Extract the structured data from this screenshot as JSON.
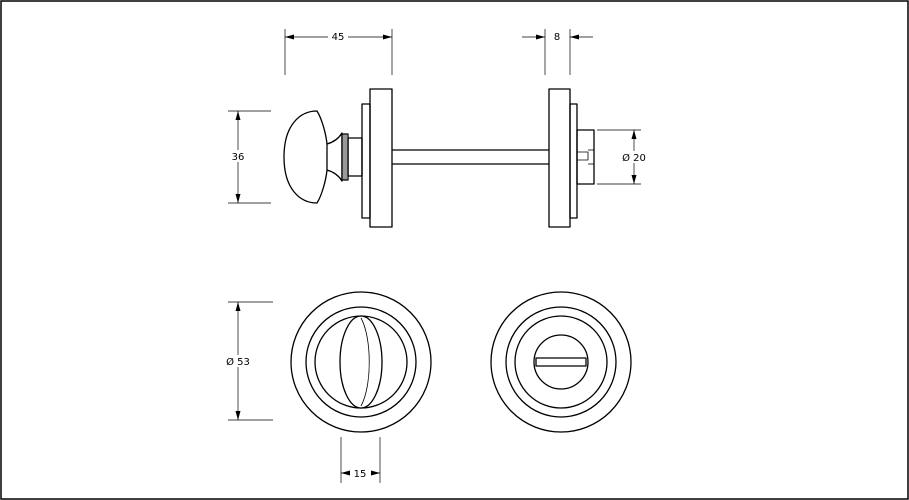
{
  "dimensions": {
    "width_45": "45",
    "width_8": "8",
    "height_36": "36",
    "diameter_20": "Ø 20",
    "diameter_53": "Ø 53",
    "width_15": "15"
  },
  "colors": {
    "line": "#000000",
    "background": "#ffffff"
  }
}
